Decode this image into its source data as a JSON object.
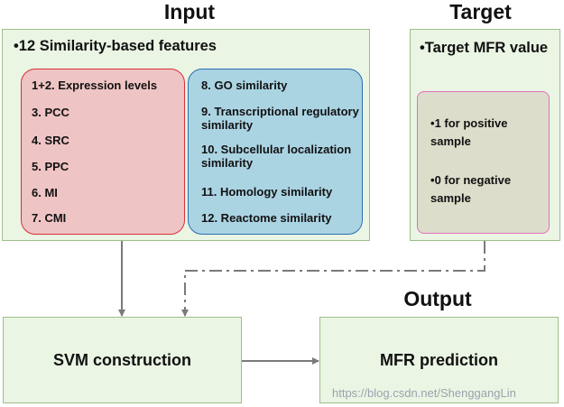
{
  "headings": {
    "input": "Input",
    "target": "Target",
    "output": "Output"
  },
  "input_panel": {
    "title_bullet": "•",
    "title": "12 Similarity-based features",
    "left_features": [
      "1+2. Expression levels",
      "3. PCC",
      "4. SRC",
      "5. PPC",
      "6. MI",
      "7. CMI"
    ],
    "right_features": [
      "8. GO similarity",
      "9. Transcriptional regulatory similarity",
      "10. Subcellular localization similarity",
      "11. Homology similarity",
      "12. Reactome similarity"
    ]
  },
  "target_panel": {
    "title_bullet": "•",
    "title": "Target MFR value",
    "items": [
      "1 for positive sample",
      "0 for negative sample"
    ]
  },
  "nodes": {
    "svm": "SVM construction",
    "mfr": "MFR prediction"
  },
  "watermark": "https://blog.csdn.net/ShenggangLin",
  "colors": {
    "panel_fill": "#eaf5e4",
    "panel_border": "#9dbf8a",
    "red_fill": "#efc4c4",
    "red_border": "#d9303a",
    "blue_fill": "#abd4e3",
    "blue_border": "#2a6db0",
    "target_fill": "#ddddcc",
    "target_border": "#e36fbd",
    "arrow": "#7a7a7a"
  }
}
